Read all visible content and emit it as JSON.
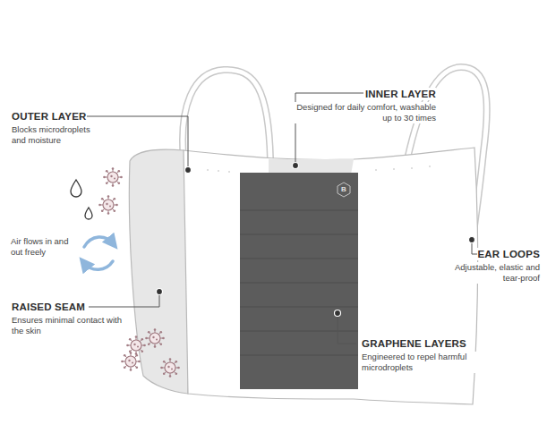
{
  "diagram": {
    "labels": [
      "OUTER LAYER",
      "Blocks microdroplets and moisture",
      "INNER LAYER",
      "Designed for daily comfort, washable up to 30 times",
      "B",
      "Air flows in and out freely",
      "RAISED SEAM",
      "Ensures minimal contact with the skin",
      "GRAPHENE LAYERS",
      "Engineered to repel harmful microdroplets",
      "EAR LOOPS",
      "Adjustable, elastic and tear-proof"
    ]
  }
}
